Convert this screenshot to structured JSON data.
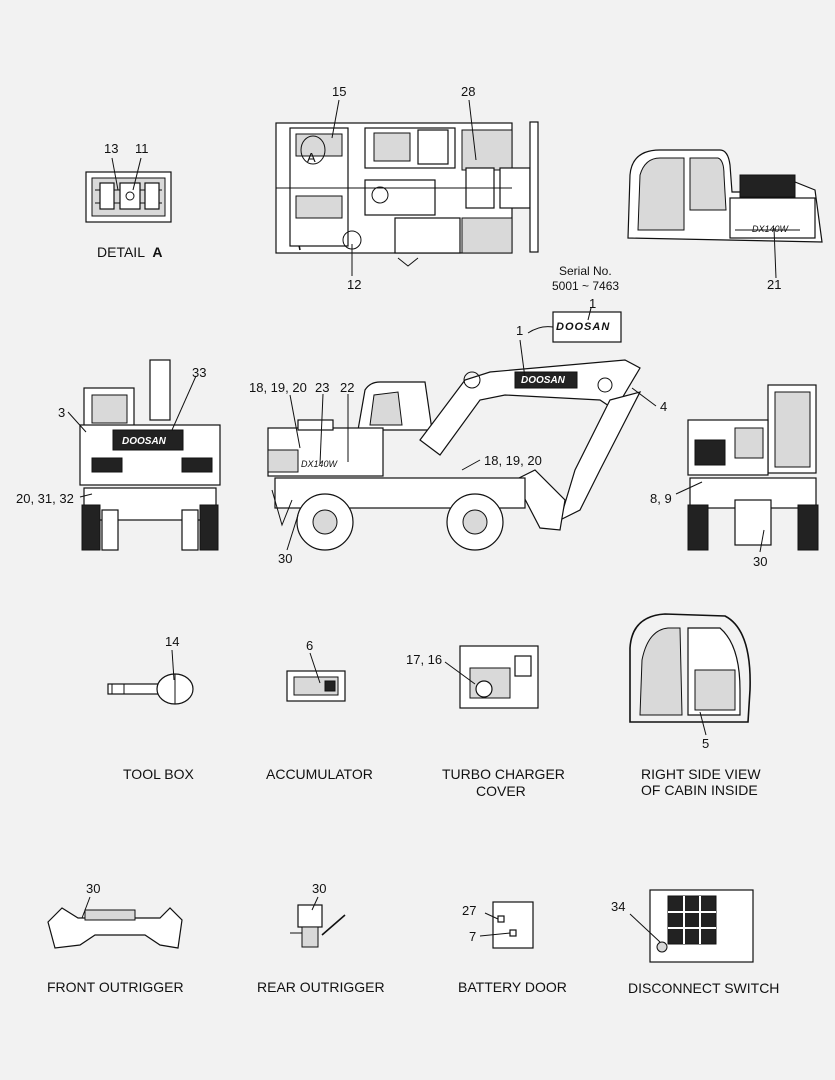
{
  "callouts": {
    "c15": "15",
    "c28": "28",
    "c13": "13",
    "c11": "11",
    "c12": "12",
    "cA": "A",
    "c21": "21",
    "c1a": "1",
    "c1b": "1",
    "c33": "33",
    "c3": "3",
    "c18a": "18, 19, 20",
    "c23": "23",
    "c22": "22",
    "c4": "4",
    "c18b": "18, 19, 20",
    "c20": "20, 31, 32",
    "c30a": "30",
    "c89": "8, 9",
    "c30b": "30",
    "c14": "14",
    "c6": "6",
    "c1716": "17, 16",
    "c5": "5",
    "c30c": "30",
    "c30d": "30",
    "c27": "27",
    "c7": "7",
    "c34": "34"
  },
  "detail_label": "DETAIL",
  "detail_letter": "A",
  "serial": {
    "line1": "Serial No.",
    "line2": "5001 ~ 7463"
  },
  "logo_text": "DOOSAN",
  "model_text": "DX140W",
  "captions": {
    "tool_box": "TOOL BOX",
    "accumulator": "ACCUMULATOR",
    "turbo_line1": "TURBO CHARGER",
    "turbo_line2": "COVER",
    "cabin_line1": "RIGHT SIDE VIEW",
    "cabin_line2": "OF CABIN INSIDE",
    "front_outrigger": "FRONT OUTRIGGER",
    "rear_outrigger": "REAR OUTRIGGER",
    "battery_door": "BATTERY DOOR",
    "disconnect_switch": "DISCONNECT SWITCH"
  }
}
